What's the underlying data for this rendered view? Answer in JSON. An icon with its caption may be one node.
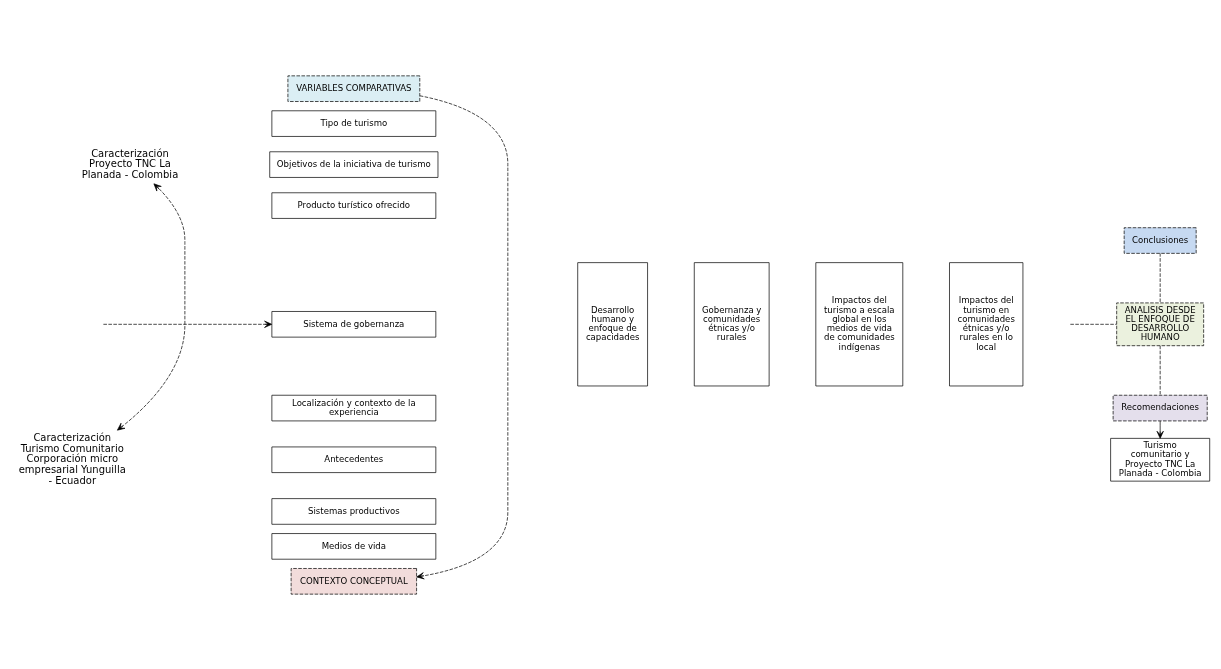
{
  "diagram": {
    "nodes": [
      {
        "text": [
          "Caracterización Proyecto TNC La Planada - Colombia"
        ]
      },
      {
        "text": [
          "Caracterización Turismo Comunitario Corporación micro empresarial Yunguilla - Ecuador"
        ]
      },
      {
        "text": [
          "VARIABLES COMPARATIVAS"
        ]
      },
      {
        "text": [
          "Tipo de turismo"
        ]
      },
      {
        "text": [
          "Objetivos de la iniciativa de turismo"
        ]
      },
      {
        "text": [
          "Producto turístico ofrecido"
        ]
      },
      {
        "text": [
          "Sistema de gobernanza"
        ]
      },
      {
        "text": [
          "Localización y contexto de la experiencia"
        ]
      },
      {
        "text": [
          "Antecedentes"
        ]
      },
      {
        "text": [
          "Sistemas productivos"
        ]
      },
      {
        "text": [
          "Medios de vida"
        ]
      },
      {
        "text": [
          "Desarrollo humano y enfoque de capacidades"
        ]
      },
      {
        "text": [
          "Gobernanza y comunidades étnicas y/o rurales"
        ]
      },
      {
        "text": [
          "Impactos del turismo a escala global en los medios de vida de comunidades indígenas"
        ]
      },
      {
        "text": [
          "Impactos del turismo en comunidades étnicas y/o rurales en lo local"
        ]
      },
      {
        "text": [
          "CONTEXTO CONCEPTUAL"
        ]
      },
      {
        "text": [
          "Conclusiones"
        ]
      },
      {
        "text": [
          "ANALISIS DESDE EL ENFOQUE DE DESARROLLO HUMANO"
        ]
      },
      {
        "text": [
          "Recomendaciones"
        ]
      },
      {
        "text": [
          "Turismo comunitario y Proyecto TNC La Planada - Colombia"
        ]
      }
    ],
    "edges": [
      {
        "from": 0,
        "to": 1,
        "arrow": "both",
        "style": "dashed"
      },
      {
        "from": null,
        "to": 6,
        "arrow": "to",
        "style": "dashed"
      },
      {
        "from": 2,
        "to": 15,
        "arrow": "to",
        "style": "dashed"
      },
      {
        "from": null,
        "to": 17,
        "arrow": "none",
        "style": "dashed"
      },
      {
        "from": 16,
        "to": 17,
        "arrow": "none",
        "style": "dashed"
      },
      {
        "from": 17,
        "to": 18,
        "arrow": "none",
        "style": "dashed"
      },
      {
        "from": 18,
        "to": 19,
        "arrow": "to"
      }
    ]
  }
}
